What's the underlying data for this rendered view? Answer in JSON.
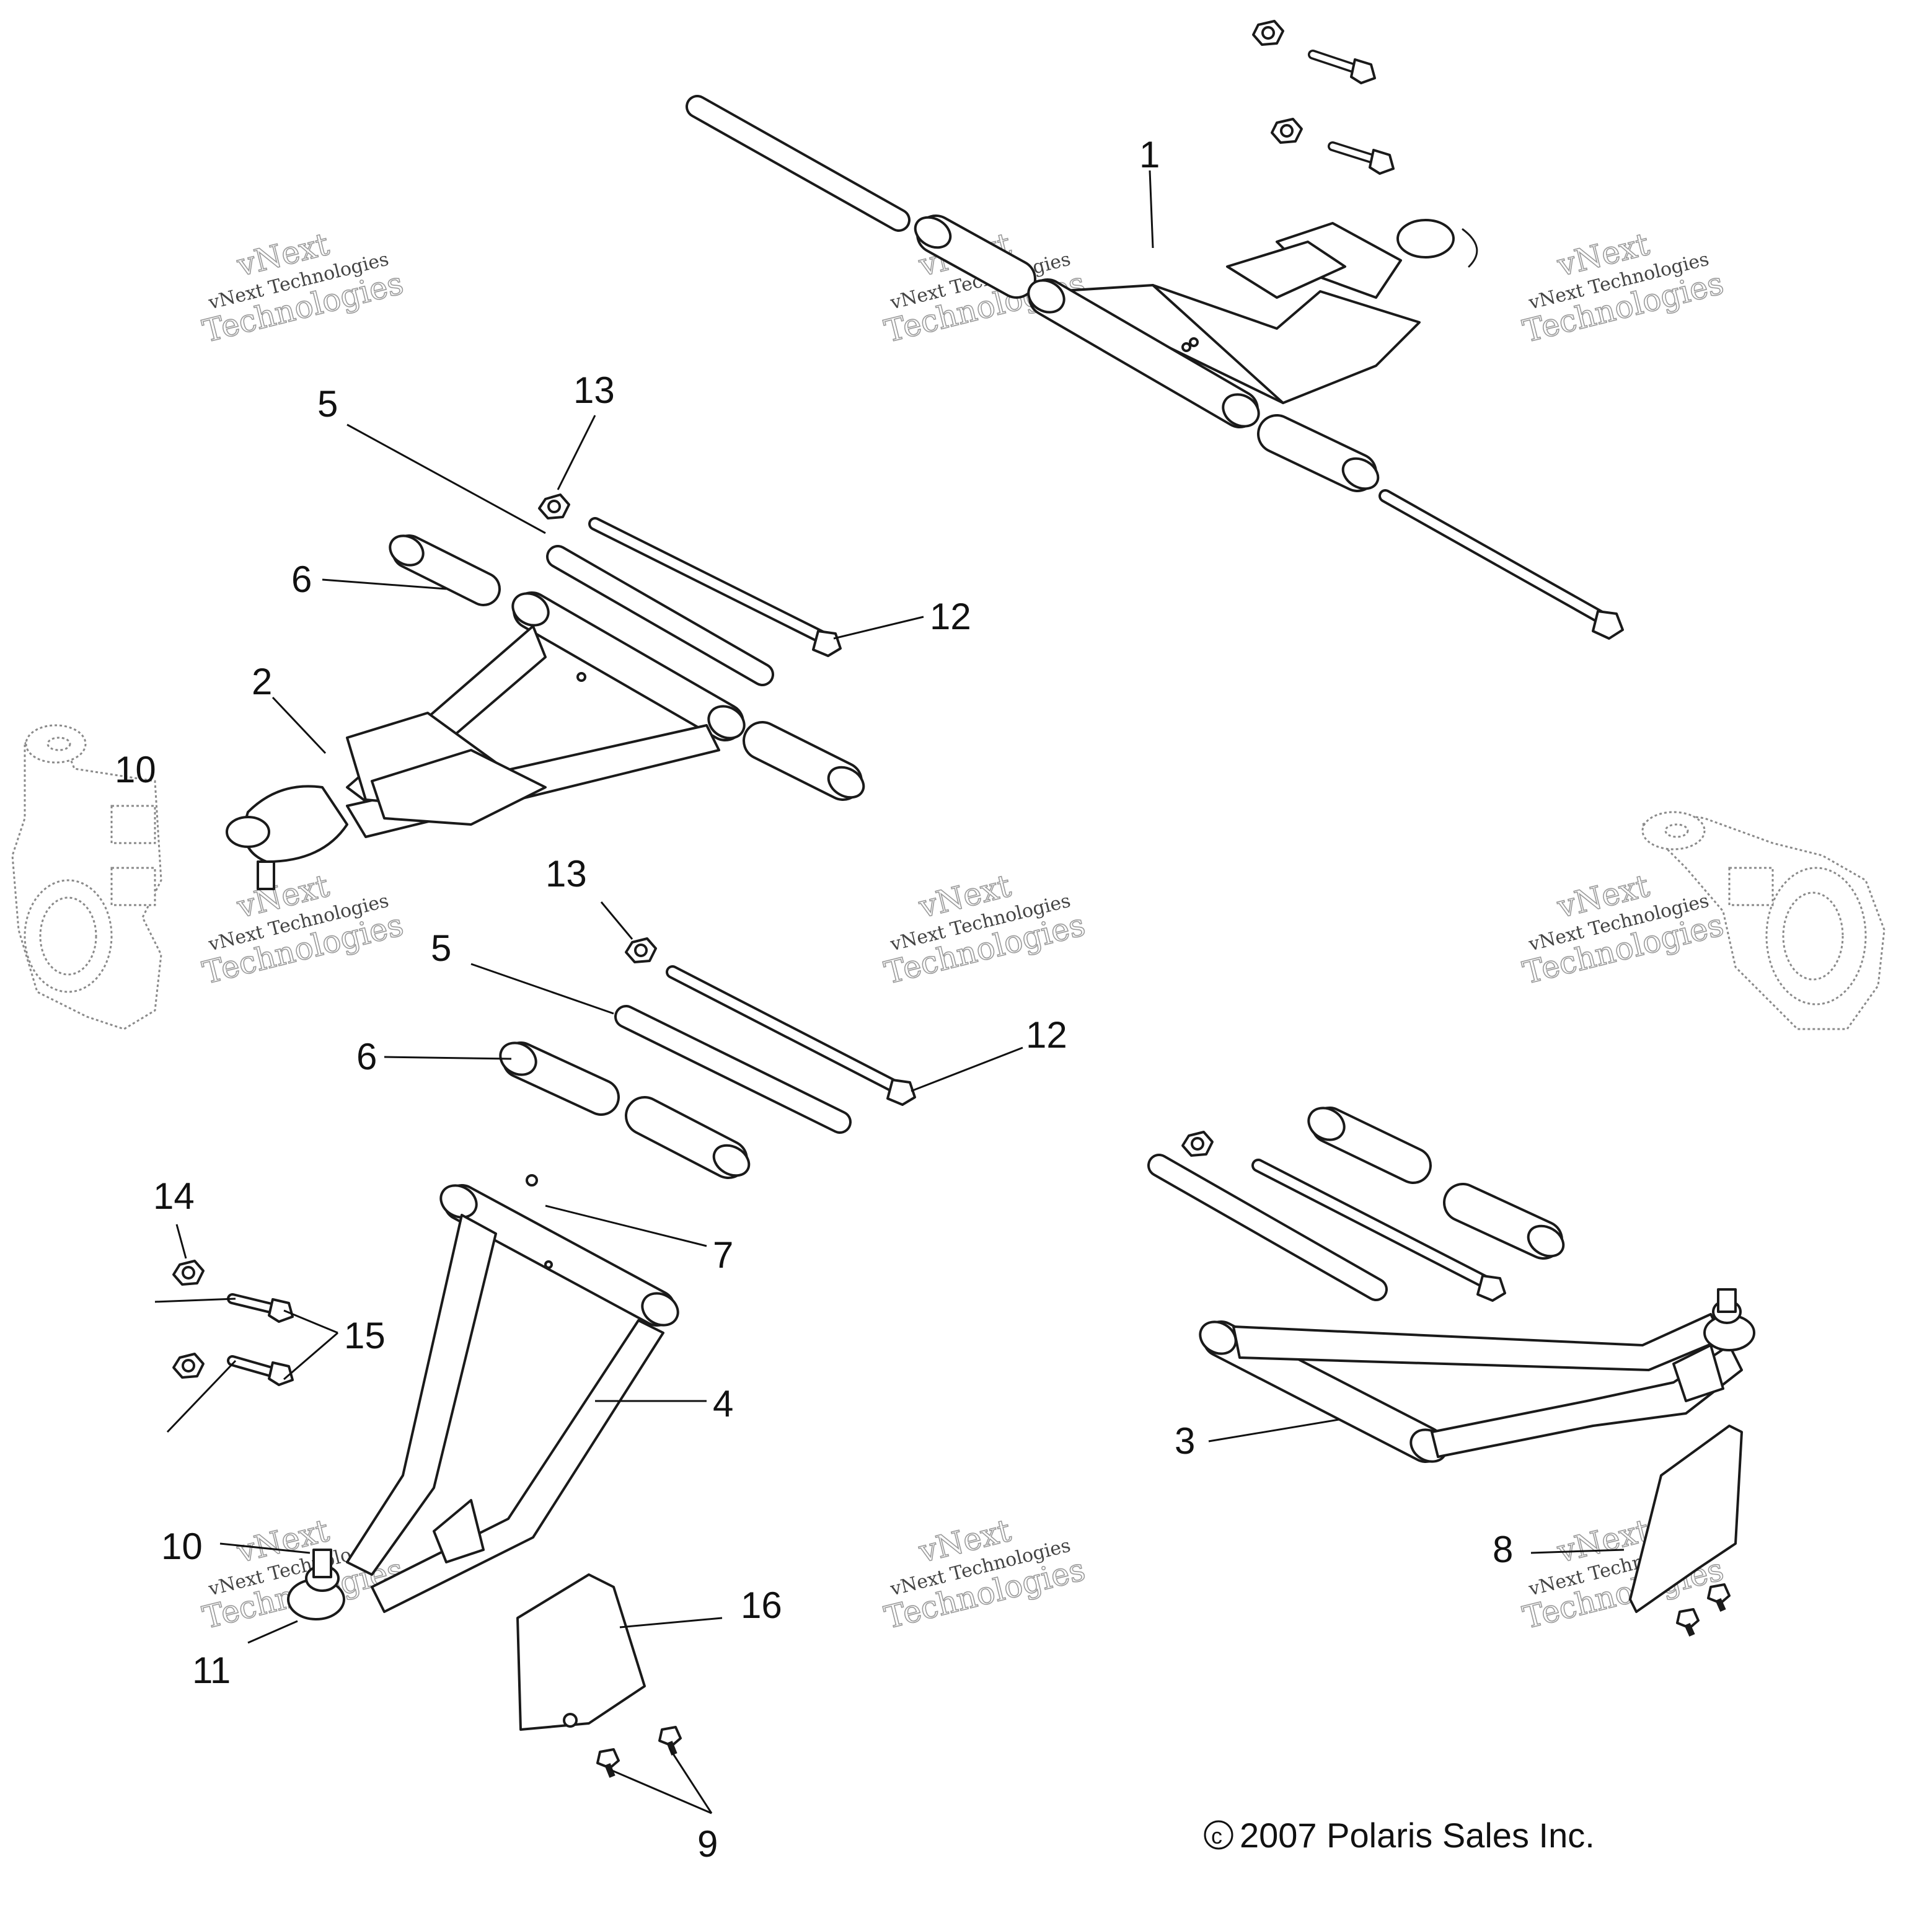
{
  "callouts": {
    "c1": "1",
    "c2": "2",
    "c3": "3",
    "c4": "4",
    "c5a": "5",
    "c5b": "5",
    "c6a": "6",
    "c6b": "6",
    "c7": "7",
    "c8": "8",
    "c9": "9",
    "c10a": "10",
    "c10b": "10",
    "c11": "11",
    "c12a": "12",
    "c12b": "12",
    "c13a": "13",
    "c13b": "13",
    "c14": "14",
    "c15": "15",
    "c16": "16"
  },
  "watermark": {
    "brand": "vNext",
    "line": "vNext Technologies",
    "word": "Technologies"
  },
  "copyright": "2007 Polaris Sales Inc."
}
